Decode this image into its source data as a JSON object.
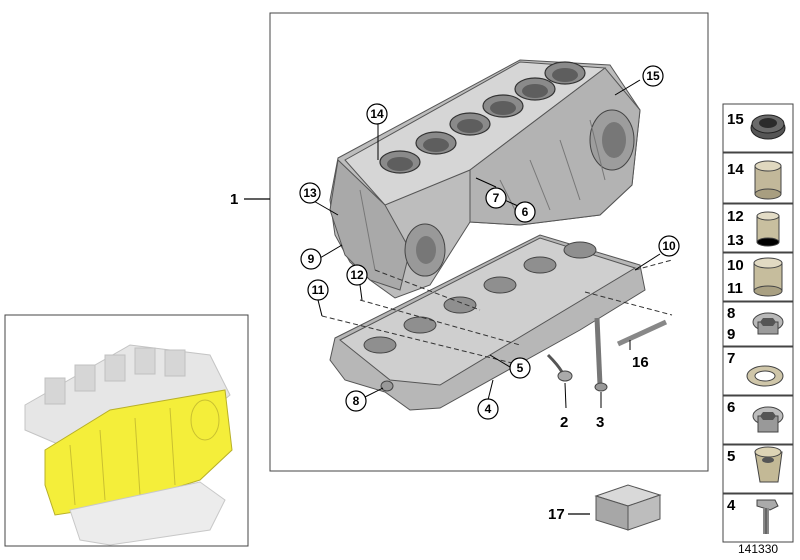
{
  "diagram": {
    "main_label": "1",
    "circled_labels": {
      "c15": "15",
      "c14": "14",
      "c13": "13",
      "c7": "7",
      "c6": "6",
      "c9": "9",
      "c10": "10",
      "c12": "12",
      "c11": "11",
      "c5": "5",
      "c8": "8",
      "c4": "4"
    },
    "plain_labels": {
      "p2": "2",
      "p3": "3",
      "p16": "16",
      "p17": "17"
    },
    "parts_panel": [
      {
        "top": "15",
        "bottom": ""
      },
      {
        "top": "14",
        "bottom": ""
      },
      {
        "top": "12",
        "bottom": "13"
      },
      {
        "top": "10",
        "bottom": "11"
      },
      {
        "top": "8",
        "bottom": "9"
      },
      {
        "top": "7",
        "bottom": ""
      },
      {
        "top": "6",
        "bottom": ""
      },
      {
        "top": "5",
        "bottom": ""
      },
      {
        "top": "4",
        "bottom": ""
      }
    ],
    "diagram_code": "141330",
    "highlight_color": "#f4ee3a"
  }
}
